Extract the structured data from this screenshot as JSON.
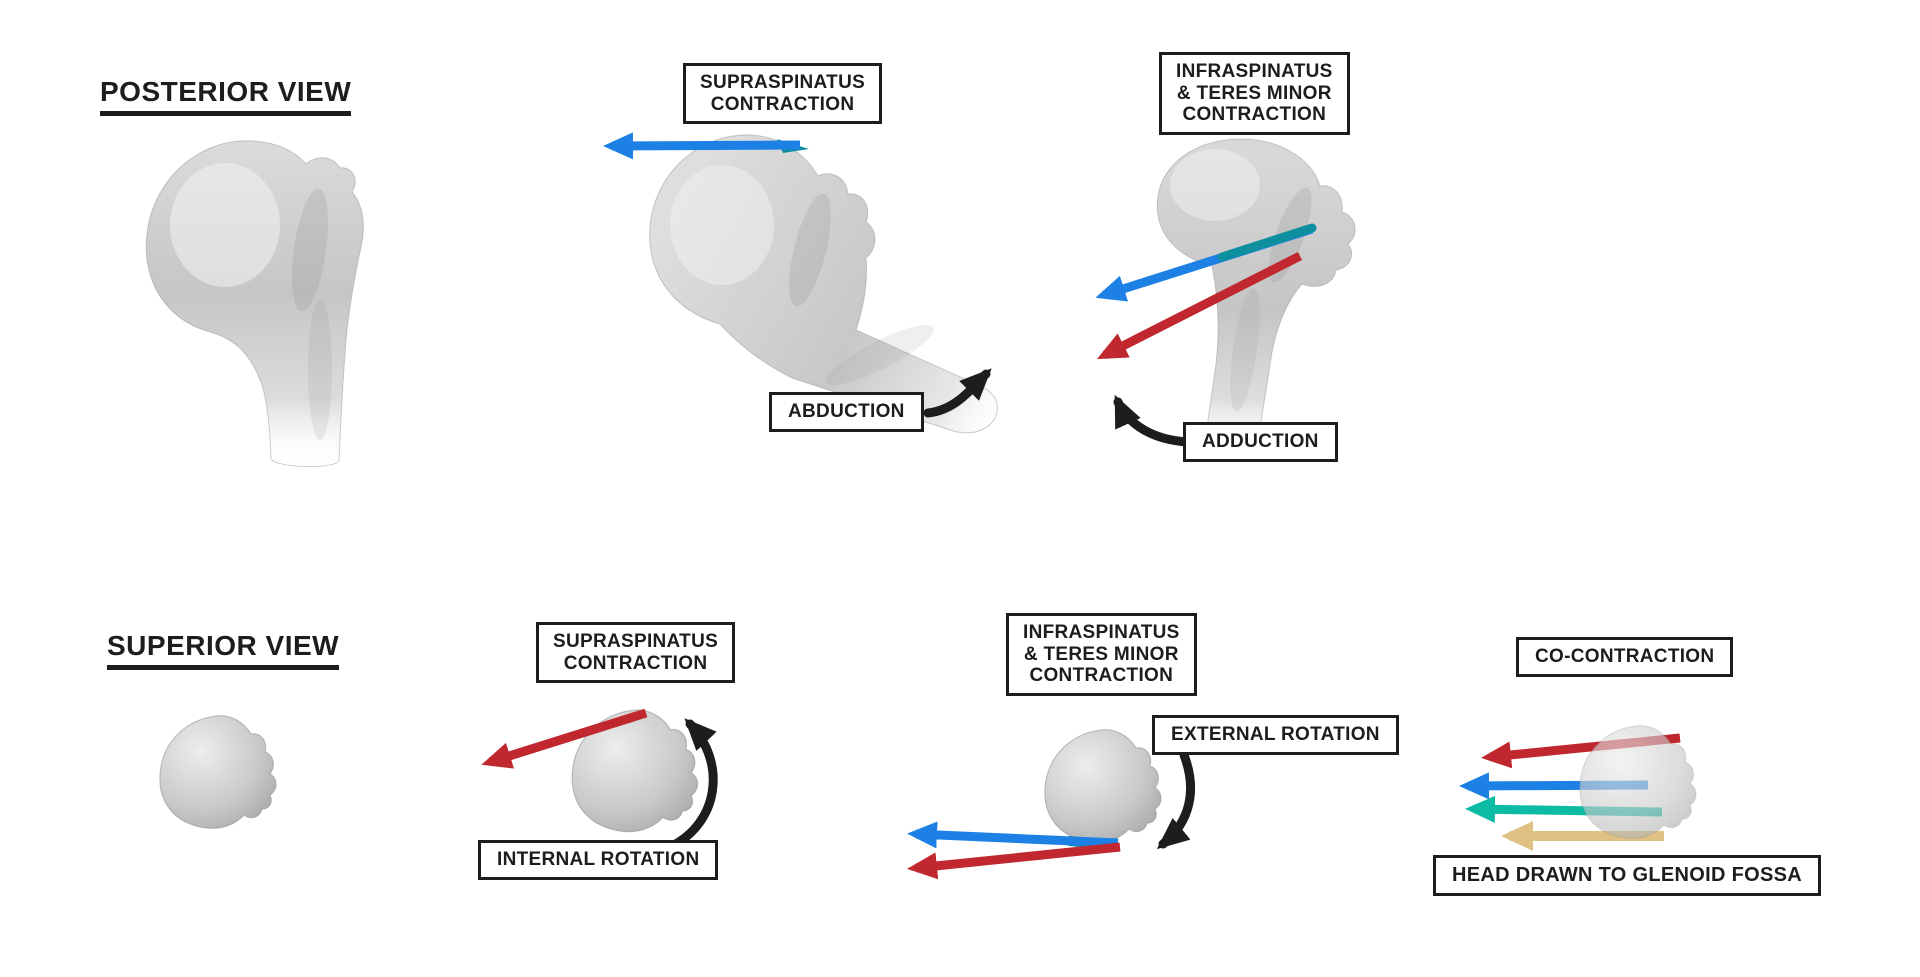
{
  "colors": {
    "ink": "#1d1d1b",
    "blue": "#1d80e4",
    "red": "#c0272e",
    "teal": "#0cbba4",
    "teal_dark": "#0e8fa0",
    "tan": "#dfc184"
  },
  "posterior": {
    "title": "POSTERIOR VIEW",
    "supraspinatus_label": "SUPRASPINATUS\nCONTRACTION",
    "abduction_label": "ABDUCTION",
    "infraspinatus_label": "INFRASPINATUS\n& TERES MINOR\nCONTRACTION",
    "adduction_label": "ADDUCTION"
  },
  "superior": {
    "title": "SUPERIOR VIEW",
    "supraspinatus_label": "SUPRASPINATUS\nCONTRACTION",
    "internal_rotation_label": "INTERNAL ROTATION",
    "infraspinatus_label": "INFRASPINATUS\n& TERES MINOR\nCONTRACTION",
    "external_rotation_label": "EXTERNAL ROTATION",
    "cocontraction_label": "CO-CONTRACTION",
    "head_drawn_label": "HEAD DRAWN TO GLENOID FOSSA"
  },
  "arrows": {
    "posterior_supraspinatus": [
      {
        "color": "#1d80e4",
        "direction": "left",
        "attachment_patch": "#0e8fa0"
      }
    ],
    "posterior_infraspinatus": [
      {
        "color": "#1d80e4",
        "direction": "down-left",
        "attachment_patch": "#0e8fa0"
      },
      {
        "color": "#c0272e",
        "direction": "down-left"
      }
    ],
    "posterior_motion": [
      {
        "color": "#1d1d1b",
        "label": "ABDUCTION",
        "direction": "curved up-right"
      },
      {
        "color": "#1d1d1b",
        "label": "ADDUCTION",
        "direction": "curved up-left"
      }
    ],
    "superior_supraspinatus": [
      {
        "color": "#c0272e",
        "direction": "upper-left"
      },
      {
        "color": "#1d1d1b",
        "label": "INTERNAL ROTATION",
        "direction": "curved counterclockwise"
      }
    ],
    "superior_infraspinatus": [
      {
        "color": "#1d80e4",
        "direction": "left",
        "attachment_patch": "#0e8fa0"
      },
      {
        "color": "#c0272e",
        "direction": "left"
      },
      {
        "color": "#1d1d1b",
        "label": "EXTERNAL ROTATION",
        "direction": "curved clockwise"
      }
    ],
    "cocontraction": [
      {
        "color": "#c0272e",
        "direction": "left"
      },
      {
        "color": "#1d80e4",
        "direction": "left"
      },
      {
        "color": "#0cbba4",
        "direction": "left"
      },
      {
        "color": "#dfc184",
        "direction": "left"
      }
    ]
  }
}
